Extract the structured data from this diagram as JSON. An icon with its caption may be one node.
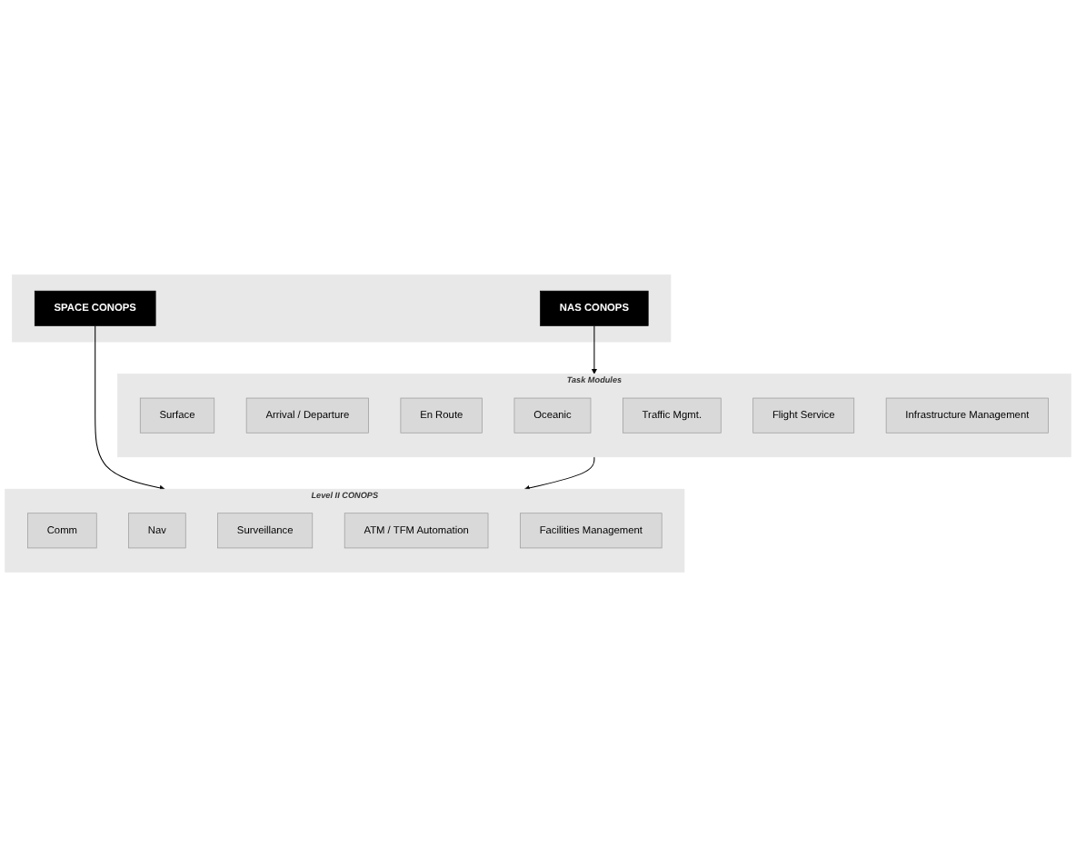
{
  "diagram": {
    "nodes": [
      {
        "text": [],
        "shape": "box"
      },
      {
        "text": [
          "SPACE CONOPS"
        ],
        "in": 0
      },
      {
        "text": [
          "NAS CONOPS"
        ],
        "in": 0
      },
      {
        "text": [
          "Task Modules"
        ]
      },
      {
        "text": [
          "Surface"
        ],
        "in": 3
      },
      {
        "text": [
          "Arrival / Departure"
        ],
        "in": 3
      },
      {
        "text": [
          "En Route"
        ],
        "in": 3
      },
      {
        "text": [
          "Oceanic"
        ],
        "in": 3
      },
      {
        "text": [
          "Traffic Mgmt."
        ],
        "in": 3
      },
      {
        "text": [
          "Flight Service"
        ],
        "in": 3
      },
      {
        "text": [
          "Infrastructure Management"
        ],
        "in": 3
      },
      {
        "text": [
          "Level II CONOPS"
        ]
      },
      {
        "text": [
          "Comm"
        ],
        "in": 11
      },
      {
        "text": [
          "Nav"
        ],
        "in": 11
      },
      {
        "text": [
          "Surveillance"
        ],
        "in": 11
      },
      {
        "text": [
          "ATM / TFM Automation"
        ],
        "in": 11
      },
      {
        "text": [
          "Facilities Management"
        ],
        "in": 11
      }
    ],
    "edges": [
      {
        "from": 1,
        "to": 11,
        "arrow": "to"
      },
      {
        "from": 2,
        "to": 3,
        "arrow": "to"
      },
      {
        "from": 3,
        "to": 11,
        "arrow": "to"
      }
    ]
  }
}
